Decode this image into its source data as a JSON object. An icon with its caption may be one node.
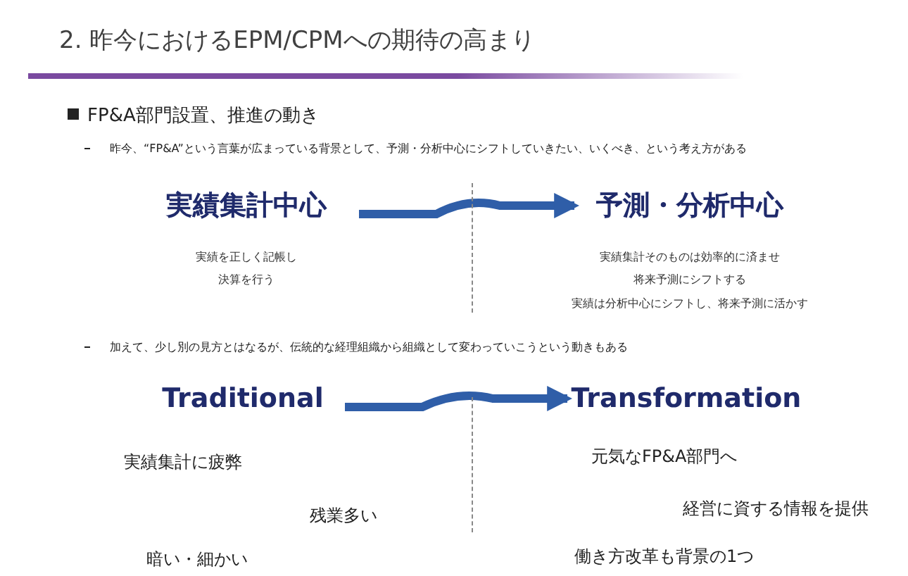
{
  "diagram": {
    "title": "2. 昨今におけるEPM/CPMへの期待の高まり",
    "nodes": [
      {
        "text": [
          "実績集計中心"
        ]
      },
      {
        "text": [
          "予測・分析中心"
        ]
      },
      {
        "text": [
          "Traditional"
        ]
      },
      {
        "text": [
          "Transformation"
        ]
      }
    ],
    "edges": [
      {
        "from": 0,
        "to": 1,
        "arrow": "to"
      },
      {
        "from": 2,
        "to": 3,
        "arrow": "to"
      }
    ],
    "labels": [
      "FP&A部門設置、推進の動き",
      "昨今、“FP&A”という言葉が広まっている背景として、予測・分析中心にシフトしていきたい、いくべき、という考え方がある",
      "実績を正しく記帳し",
      "決算を行う",
      "実績集計そのものは効率的に済ませ",
      "将来予測にシフトする",
      "実績は分析中心にシフトし、将来予測に活かす",
      "加えて、少し別の見方とはなるが、伝統的な経理組織から組織として変わっていこうという動きもある",
      "実績集計に疲弊",
      "残業多い",
      "暗い・細かい",
      "元気なFP&A部門へ",
      "経営に資する情報を提供",
      "働き方改革も背景の1つ"
    ]
  }
}
